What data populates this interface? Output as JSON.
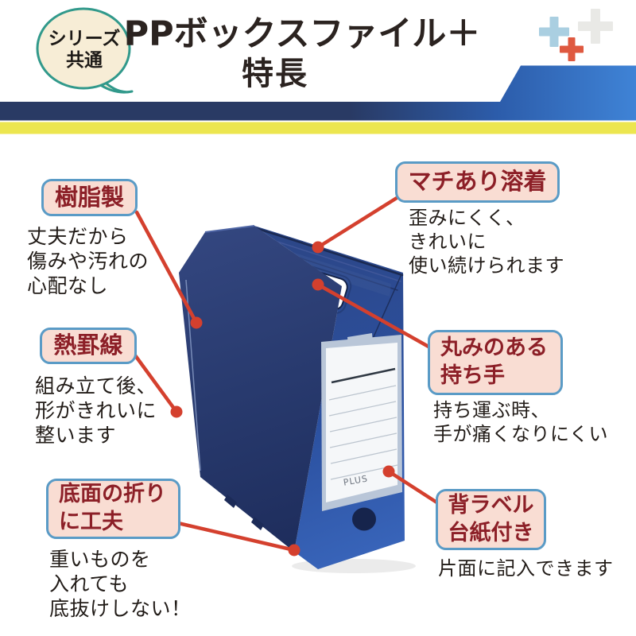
{
  "header": {
    "series_badge": "シリーズ\n共通",
    "title": "PPボックスファイル＋",
    "subtitle": "特長"
  },
  "decor": {
    "plus_blue": "#aacfe1",
    "plus_gray": "#e9e9e6",
    "plus_orange": "#df5940",
    "banner_navy": "#293a64",
    "banner_blue": "#3f83d6",
    "banner_yellow": "#ece64f"
  },
  "product": {
    "brand_label": "PLUS",
    "body_color": "#27438a",
    "callout_line_color": "#d4402e"
  },
  "label_style": {
    "background": "#f9ddd3",
    "border": "#5a9bc6",
    "text_color": "#8c1f27"
  },
  "callouts": [
    {
      "title": "樹脂製",
      "body": "丈夫だから\n傷みや汚れの\n心配なし"
    },
    {
      "title": "マチあり溶着",
      "body": "歪みにくく、\nきれいに\n使い続けられます"
    },
    {
      "title": "熱罫線",
      "body": "組み立て後、\n形がきれいに\n整います"
    },
    {
      "title": "丸みのある\n持ち手",
      "body": "持ち運ぶ時、\n手が痛くなりにくい"
    },
    {
      "title": "底面の折り\nに工夫",
      "body": "重いものを\n入れても\n底抜けしない！"
    },
    {
      "title": "背ラベル\n台紙付き",
      "body": "片面に記入できます"
    }
  ]
}
